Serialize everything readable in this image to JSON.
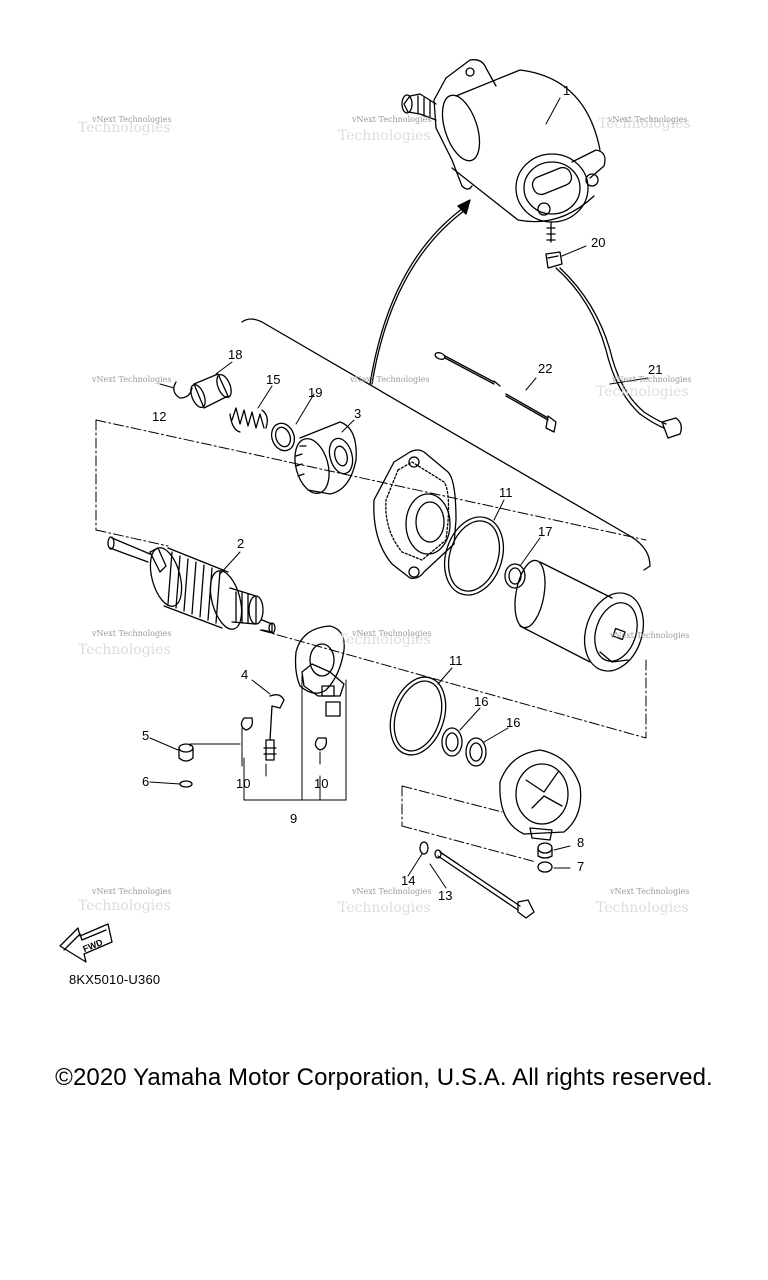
{
  "diagram_code": "8KX5010-U360",
  "copyright": "©2020 Yamaha Motor Corporation, U.S.A. All rights reserved.",
  "watermark_text": "vNext Technologies",
  "fwd_label": "FWD",
  "callouts": {
    "p1": "1",
    "p2": "2",
    "p3": "3",
    "p4": "4",
    "p5": "5",
    "p6": "6",
    "p7": "7",
    "p8": "8",
    "p9": "9",
    "p10a": "10",
    "p10b": "10",
    "p11a": "11",
    "p11b": "11",
    "p12": "12",
    "p13": "13",
    "p14": "14",
    "p15": "15",
    "p16a": "16",
    "p16b": "16",
    "p17": "17",
    "p18": "18",
    "p19": "19",
    "p20": "20",
    "p21": "21",
    "p22": "22"
  },
  "colors": {
    "line": "#000000",
    "watermark": "#9a9a9a",
    "background": "#ffffff"
  }
}
